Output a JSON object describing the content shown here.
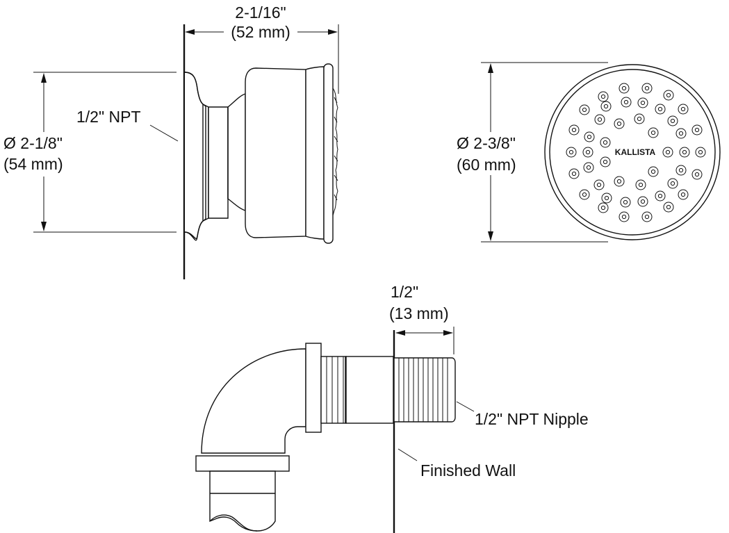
{
  "diagram": {
    "type": "technical-drawing",
    "subject": "Body spray with 1/2\" NPT elbow connection",
    "views": {
      "side_view": {
        "depth_dimension": {
          "imperial": "2-1/16\"",
          "metric": "(52 mm)"
        },
        "height_dimension": {
          "imperial": "Ø 2-1/8\"",
          "metric": "(54 mm)"
        },
        "connection_callout": "1/2\" NPT"
      },
      "front_view": {
        "diameter_dimension": {
          "imperial": "Ø 2-3/8\"",
          "metric": "(60 mm)"
        },
        "brand_mark": "KALLISTA",
        "nozzle_count": 48
      },
      "installation_view": {
        "nipple_projection": {
          "imperial": "1/2\"",
          "metric": "(13 mm)"
        },
        "nipple_callout": "1/2\" NPT Nipple",
        "wall_callout": "Finished Wall"
      }
    },
    "colors": {
      "line": "#111111",
      "background": "#ffffff"
    }
  }
}
